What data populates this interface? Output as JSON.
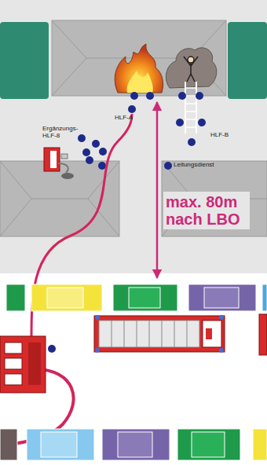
{
  "diagram": {
    "labels": [
      "Ergänzungs-HLF-8",
      "HLF-A",
      "HLF-B",
      "Leitungsdienst",
      "max. 80m nach LBO"
    ]
  }
}
